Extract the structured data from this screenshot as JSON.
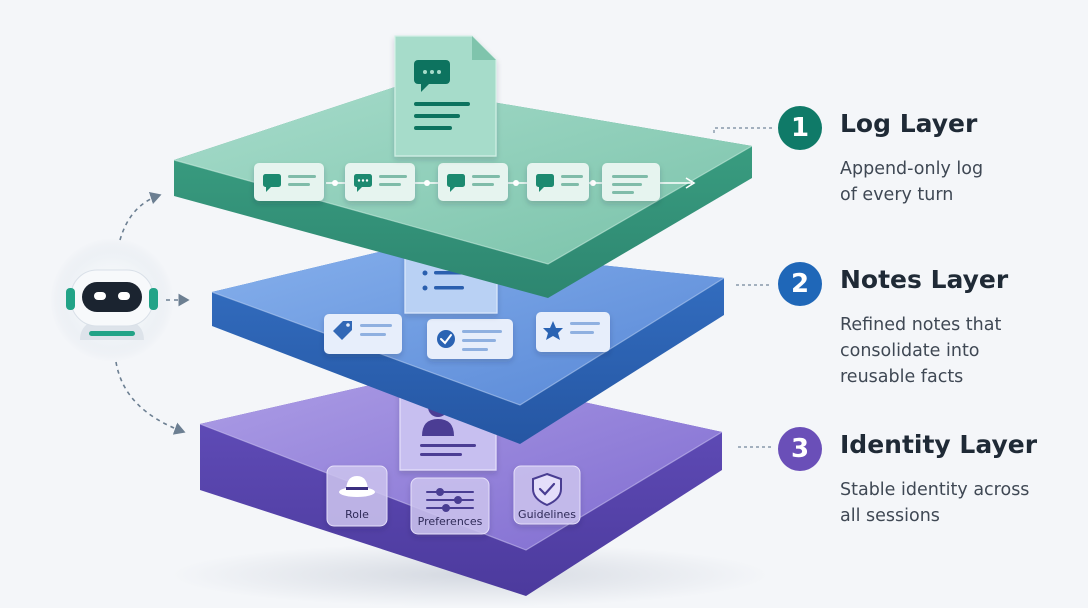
{
  "layers": [
    {
      "number": "1",
      "title": "Log Layer",
      "description_lines": [
        "Append-only log",
        "of every turn"
      ],
      "color": "#0f7a68"
    },
    {
      "number": "2",
      "title": "Notes Layer",
      "description_lines": [
        "Refined notes that",
        "consolidate into",
        "reusable facts"
      ],
      "color": "#1f67b8"
    },
    {
      "number": "3",
      "title": "Identity Layer",
      "description_lines": [
        "Stable identity across",
        "all sessions"
      ],
      "color": "#6a4fb8"
    }
  ],
  "identity_items": [
    {
      "label": "Role",
      "icon": "hat-icon"
    },
    {
      "label": "Preferences",
      "icon": "sliders-icon"
    },
    {
      "label": "Guidelines",
      "icon": "shield-check-icon"
    }
  ],
  "log_cards": [
    {
      "icon": "chat-bubble-icon"
    },
    {
      "icon": "chat-bubble-icon"
    },
    {
      "icon": "chat-bubble-icon"
    },
    {
      "icon": "chat-bubble-icon"
    },
    {
      "icon": "text-lines-icon"
    }
  ],
  "note_cards": [
    {
      "icon": "tag-icon"
    },
    {
      "icon": "check-circle-icon"
    },
    {
      "icon": "star-icon"
    }
  ],
  "documents": [
    {
      "icon": "chat-document-icon"
    },
    {
      "icon": "list-document-icon"
    },
    {
      "icon": "profile-document-icon"
    }
  ],
  "agent": {
    "icon": "robot-icon"
  },
  "colors": {
    "log_top": "#8dd0bb",
    "log_side": "#3a9a80",
    "notes_top": "#6e9ee0",
    "notes_side": "#2f66b8",
    "identity_top": "#9a88dc",
    "identity_side": "#5a47b0",
    "arrow": "#6c7f92"
  }
}
